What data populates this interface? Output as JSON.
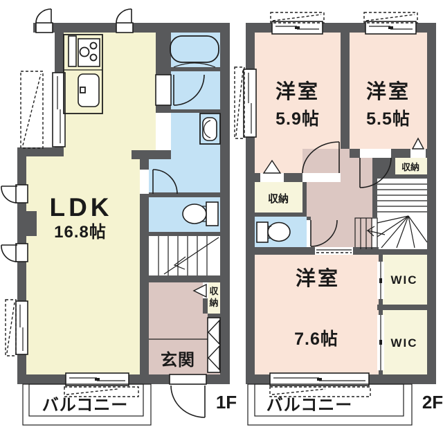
{
  "floor1": {
    "label": "1F",
    "ldk_name": "LDK",
    "ldk_size": "16.8帖",
    "entrance": "玄関",
    "closet_chars": [
      "収",
      "納"
    ],
    "balcony": "バルコニー"
  },
  "floor2": {
    "label": "2F",
    "bedroom1_name": "洋室",
    "bedroom1_size": "5.9帖",
    "bedroom2_name": "洋室",
    "bedroom2_size": "5.5帖",
    "bedroom3_name": "洋室",
    "bedroom3_size": "7.6帖",
    "closet1": "収納",
    "closet2": "収納",
    "wic1": "WIC",
    "wic2": "WIC",
    "balcony": "バルコニー"
  },
  "colors": {
    "wall": "#58595B",
    "outline": "#1E1E1E",
    "ldk_fill": "#F5F3D1",
    "bedroom_fill": "#FAE4D8",
    "hall_fill": "#DCC7C2",
    "wet_area_fill": "#C3E2F5",
    "closet_fill": "#F7F5DC"
  }
}
